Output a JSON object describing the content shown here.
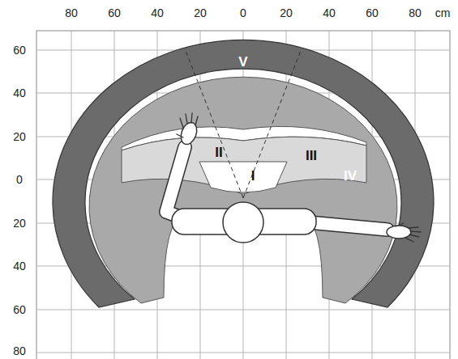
{
  "diagram": {
    "nodes": [
      {
        "text": [
          "V"
        ]
      },
      {
        "text": [
          "II"
        ]
      },
      {
        "text": [
          "I"
        ]
      },
      {
        "text": [
          "III"
        ]
      },
      {
        "text": [
          "IV"
        ]
      }
    ],
    "labels": [
      "80",
      "60",
      "40",
      "20",
      "0",
      "20",
      "40",
      "60",
      "80",
      "cm",
      "60",
      "40",
      "20",
      "0",
      "20",
      "40",
      "60",
      "80"
    ]
  }
}
